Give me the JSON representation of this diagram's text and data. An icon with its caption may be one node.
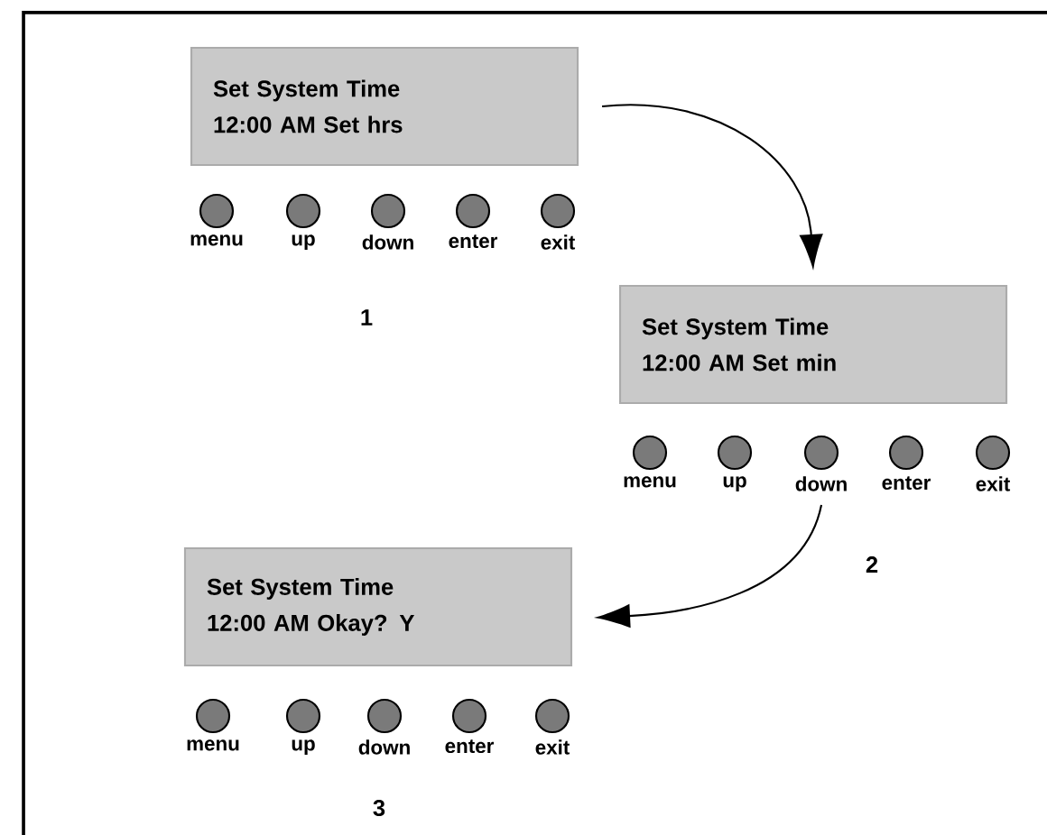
{
  "diagram": {
    "nodes": [
      {
        "text": [
          "Set System Time",
          "12:00 AM Set hrs"
        ]
      },
      {
        "text": [
          "menu"
        ]
      },
      {
        "text": [
          "up"
        ]
      },
      {
        "text": [
          "down"
        ]
      },
      {
        "text": [
          "enter"
        ]
      },
      {
        "text": [
          "exit"
        ]
      },
      {
        "text": [
          "Set System Time",
          "12:00 AM Set min"
        ]
      },
      {
        "text": [
          "menu"
        ]
      },
      {
        "text": [
          "up"
        ]
      },
      {
        "text": [
          "down"
        ]
      },
      {
        "text": [
          "enter"
        ]
      },
      {
        "text": [
          "exit"
        ]
      },
      {
        "text": [
          "Set System Time",
          "12:00 AM Okay? Y"
        ]
      },
      {
        "text": [
          "menu"
        ]
      },
      {
        "text": [
          "up"
        ]
      },
      {
        "text": [
          "down"
        ]
      },
      {
        "text": [
          "enter"
        ]
      },
      {
        "text": [
          "exit"
        ]
      }
    ],
    "edges": [
      {
        "from": 0,
        "to": 6,
        "arrow": "to"
      },
      {
        "from": 9,
        "to": 12,
        "arrow": "to"
      }
    ],
    "labels": [
      "1",
      "2",
      "3"
    ]
  }
}
